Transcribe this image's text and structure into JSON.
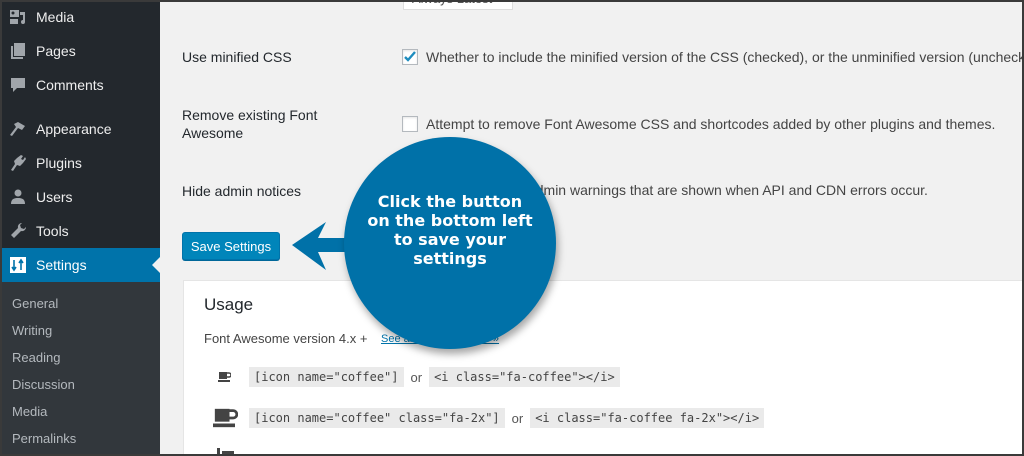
{
  "sidebar": {
    "items": [
      {
        "label": "Media",
        "icon": "media-icon"
      },
      {
        "label": "Pages",
        "icon": "pages-icon"
      },
      {
        "label": "Comments",
        "icon": "comments-icon"
      },
      {
        "label": "Appearance",
        "icon": "appearance-icon"
      },
      {
        "label": "Plugins",
        "icon": "plugins-icon"
      },
      {
        "label": "Users",
        "icon": "users-icon"
      },
      {
        "label": "Tools",
        "icon": "tools-icon"
      },
      {
        "label": "Settings",
        "icon": "settings-icon",
        "active": true
      }
    ],
    "submenu": [
      "General",
      "Writing",
      "Reading",
      "Discussion",
      "Media",
      "Permalinks"
    ]
  },
  "settings": {
    "version_select_value": "Always Latest",
    "rows": [
      {
        "label": "Use minified CSS",
        "checked": true,
        "description": "Whether to include the minified version of the CSS (checked), or the unminified version (unchecked)."
      },
      {
        "label": "Remove existing Font Awesome",
        "checked": false,
        "description": "Attempt to remove Font Awesome CSS and shortcodes added by other plugins and themes."
      },
      {
        "label": "Hide admin notices",
        "checked": false,
        "description": "Hide the default admin warnings that are shown when API and CDN errors occur."
      }
    ],
    "save_label": "Save Settings"
  },
  "usage": {
    "title": "Usage",
    "version_text": "Font Awesome version 4.x +",
    "link_text": "See all available icons »",
    "examples": [
      {
        "shortcode": "[icon name=\"coffee\"]",
        "or": "or",
        "html": "<i class=\"fa-coffee\"></i>"
      },
      {
        "shortcode": "[icon name=\"coffee\" class=\"fa-2x\"]",
        "or": "or",
        "html": "<i class=\"fa-coffee fa-2x\"></i>"
      }
    ]
  },
  "callout": {
    "text": "Click the button on the bottom left to save your settings",
    "color": "#0071a8"
  },
  "colors": {
    "sidebar_bg": "#23282d",
    "submenu_bg": "#32373c",
    "accent": "#0073aa",
    "button": "#0085ba"
  }
}
